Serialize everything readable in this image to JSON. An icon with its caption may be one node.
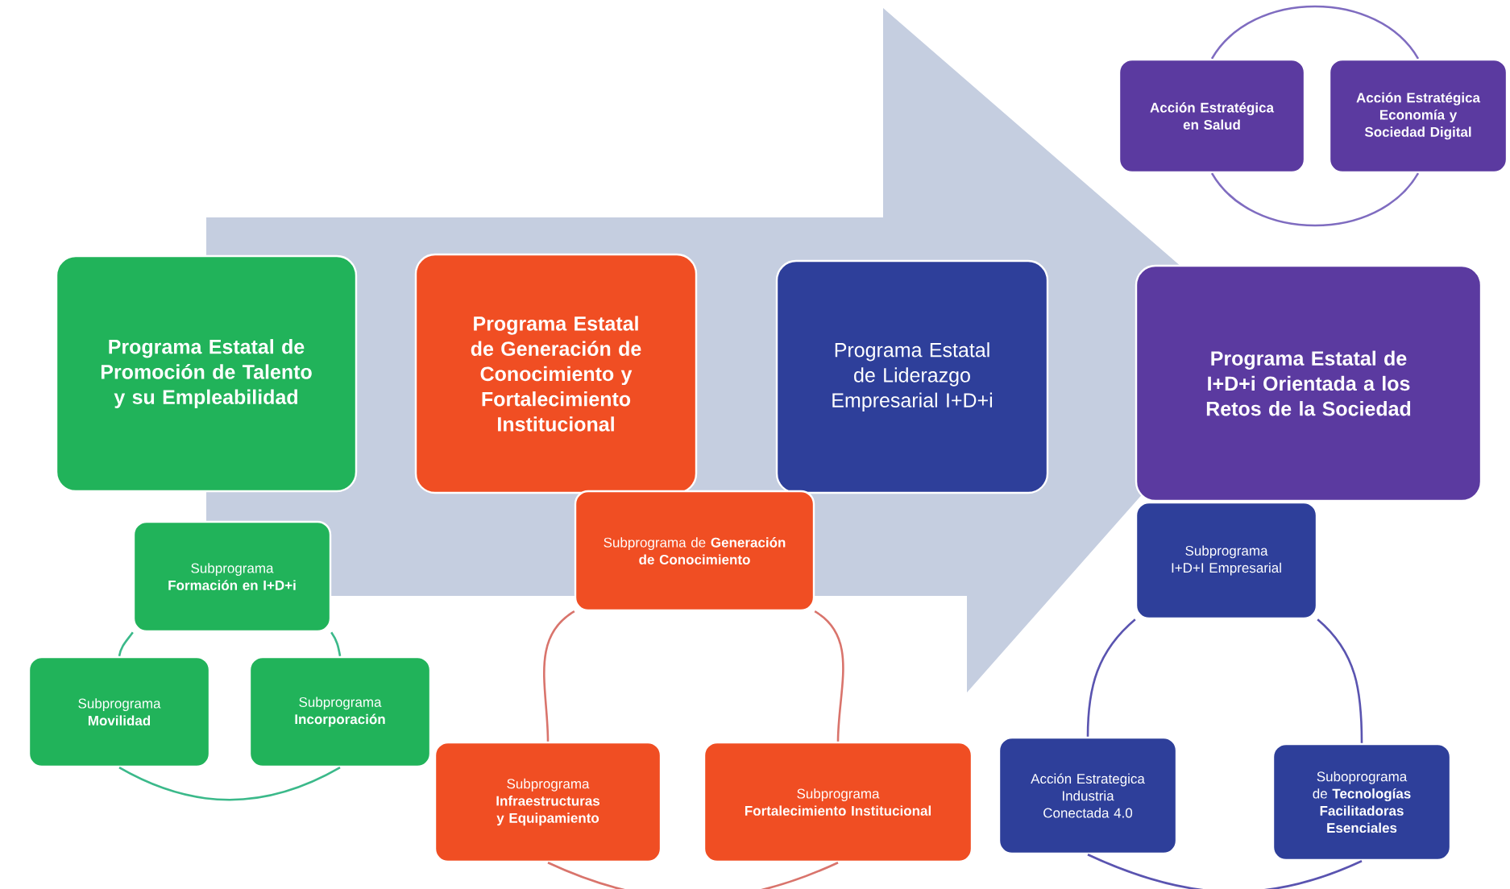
{
  "diagram": {
    "nodes": [
      {
        "text": [
          "Programa Estatal de Promoción de Talento y su Empleabilidad"
        ]
      },
      {
        "text": [
          "Programa Estatal de Generación de Conocimiento y Fortalecimiento Institucional"
        ]
      },
      {
        "text": [
          "Programa Estatal de Liderazgo Empresarial I+D+i"
        ]
      },
      {
        "text": [
          "Programa Estatal de I+D+i Orientada a los Retos de la Sociedad"
        ]
      },
      {
        "text": [
          "Subprograma **Formación en I+D+i**"
        ]
      },
      {
        "text": [
          "Subprograma **Movilidad**"
        ]
      },
      {
        "text": [
          "Subprograma **Incorporación**"
        ]
      },
      {
        "text": [
          "Subprograma de **Generación de Conocimiento**"
        ]
      },
      {
        "text": [
          "Subprograma **Infraestructuras y Equipamiento**"
        ]
      },
      {
        "text": [
          "Subprograma **Fortalecimiento Institucional**"
        ]
      },
      {
        "text": [
          "Subprograma I+D+I Empresarial"
        ]
      },
      {
        "text": [
          "Acción Estrategica Industria Conectada 4.0"
        ]
      },
      {
        "text": [
          "Suboprograma de **Tecnologías Facilitadoras Esenciales**"
        ]
      },
      {
        "text": [
          "Acción Estratégica en Salud"
        ]
      },
      {
        "text": [
          "Acción Estratégica Economía y Sociedad Digital"
        ]
      }
    ],
    "edges": [
      {
        "from": 4,
        "to": 5,
        "arrow": "none",
        "color": "#3bb98a"
      },
      {
        "from": 4,
        "to": 6,
        "arrow": "none",
        "color": "#3bb98a"
      },
      {
        "from": 5,
        "to": 6,
        "arrow": "none",
        "color": "#3bb98a"
      },
      {
        "from": 7,
        "to": 8,
        "arrow": "none",
        "color": "#d9746c"
      },
      {
        "from": 7,
        "to": 9,
        "arrow": "none",
        "color": "#d9746c"
      },
      {
        "from": 8,
        "to": 9,
        "arrow": "none",
        "color": "#d9746c"
      },
      {
        "from": 10,
        "to": 11,
        "arrow": "none",
        "color": "#5a54b0"
      },
      {
        "from": 10,
        "to": 12,
        "arrow": "none",
        "color": "#5a54b0"
      },
      {
        "from": 11,
        "to": 12,
        "arrow": "none",
        "color": "#5a54b0"
      },
      {
        "from": 13,
        "to": 14,
        "arrow": "none",
        "color": "#7f6cc0"
      },
      {
        "from": 13,
        "to": 14,
        "arrow": "none",
        "color": "#7f6cc0"
      },
      {
        "from": 0,
        "to": 3,
        "arrow": "to",
        "style": "thick",
        "color": "#c5cee0"
      }
    ]
  }
}
